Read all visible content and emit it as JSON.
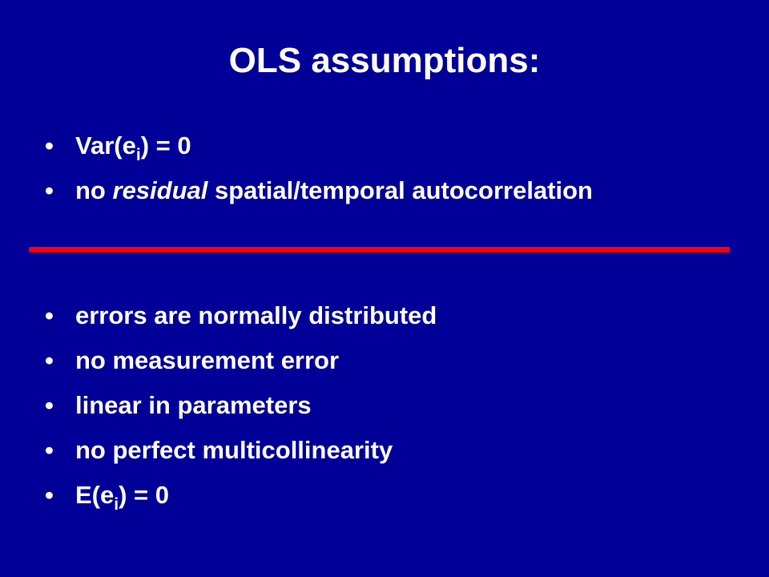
{
  "slide": {
    "title": "OLS assumptions:",
    "bullet_glyph": "•",
    "top_items": [
      {
        "pre": "Var(e",
        "sub": "i",
        "post": ") = 0"
      },
      {
        "pre": "no ",
        "em": "residual",
        "post": " spatial/temporal autocorrelation"
      }
    ],
    "bottom_items": [
      {
        "text": "errors are normally distributed"
      },
      {
        "text": "no measurement error"
      },
      {
        "text": "linear in parameters"
      },
      {
        "text": "no perfect multicollinearity"
      },
      {
        "pre": "E(e",
        "sub": "i",
        "post": ") = 0"
      }
    ],
    "colors": {
      "background": "#000099",
      "text": "#ffffff",
      "divider": "#ff0000"
    }
  }
}
